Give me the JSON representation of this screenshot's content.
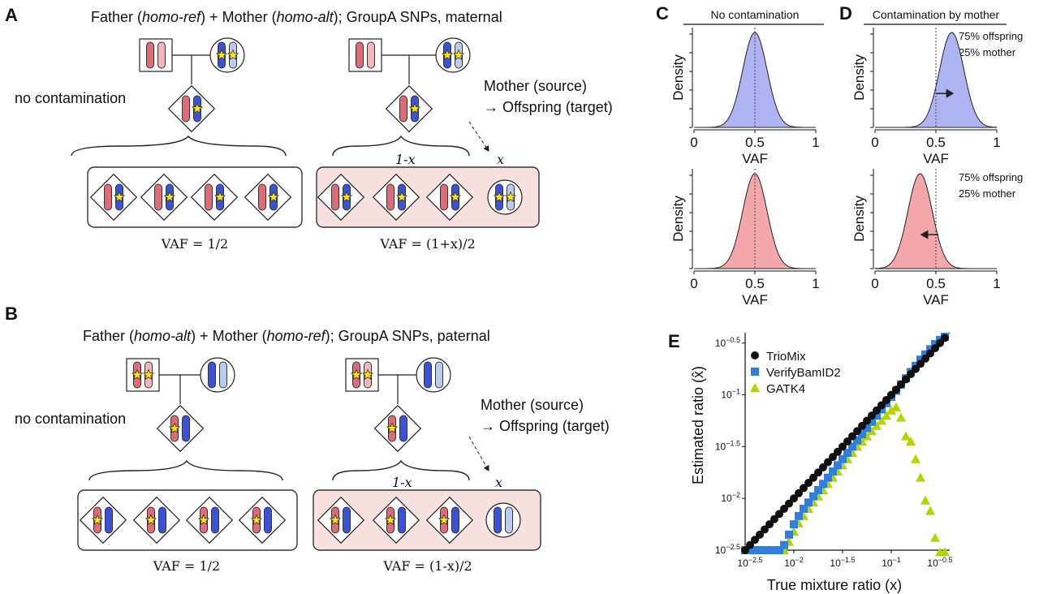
{
  "colors": {
    "red": "#e06b78",
    "red_light": "#f3b4bb",
    "blue": "#3a52d6",
    "blue_light": "#b9ccf0",
    "panel_pink": "#f6e1df",
    "density_blue": "#aeb3f2",
    "density_red": "#f3a7a9",
    "trio": "#111111",
    "verify": "#2f7fdc",
    "gatk": "#b2d400"
  },
  "panelA": {
    "letter": "A",
    "title_parts": [
      "Father (",
      "homo-ref",
      ") + Mother (",
      "homo-alt",
      "); GroupA SNPs, maternal"
    ],
    "no_contamination": "no contamination",
    "source_line1": "Mother (source)",
    "source_line2": "→ Offspring (target)",
    "frac_1x": "1-x",
    "frac_x": "x",
    "vaf_left": "VAF = 1/2",
    "vaf_right": "VAF = (1+x)/2"
  },
  "panelB": {
    "letter": "B",
    "title_parts": [
      "Father (",
      "homo-alt",
      ") + Mother (",
      "homo-ref",
      "); GroupA SNPs, paternal"
    ],
    "no_contamination": "no contamination",
    "source_line1": "Mother (source)",
    "source_line2": "→ Offspring (target)",
    "frac_1x": "1-x",
    "frac_x": "x",
    "vaf_left": "VAF = 1/2",
    "vaf_right": "VAF = (1-x)/2"
  },
  "panelC": {
    "letter": "C",
    "header": "No contamination"
  },
  "panelD": {
    "letter": "D",
    "header": "Contamination by mother",
    "note_line1": "75% offspring",
    "note_line2": "25% mother"
  },
  "density_axes": {
    "ylabel": "Density",
    "xlabel": "VAF",
    "xticks": [
      "0",
      "0.5",
      "1"
    ]
  },
  "chart_data": {
    "type": "scatter",
    "xlabel": "True mixture ratio (x)",
    "ylabel": "Estimated ratio (x̂)",
    "scale": "log10",
    "xlim": [
      -2.5,
      -0.4
    ],
    "ylim": [
      -2.5,
      -0.4
    ],
    "xticks": [
      "10^-2.5",
      "10^-2",
      "10^-1.5",
      "10^-1",
      "10^-0.5"
    ],
    "yticks": [
      "10^-2.5",
      "10^-2",
      "10^-1.5",
      "10^-1",
      "10^-0.5"
    ],
    "legend_position": "top-left",
    "series": [
      {
        "name": "TrioMix",
        "marker": "circle",
        "x": [
          -2.5,
          -2.45,
          -2.4,
          -2.35,
          -2.3,
          -2.25,
          -2.2,
          -2.15,
          -2.1,
          -2.05,
          -2.0,
          -1.95,
          -1.9,
          -1.85,
          -1.8,
          -1.75,
          -1.7,
          -1.65,
          -1.6,
          -1.55,
          -1.5,
          -1.45,
          -1.4,
          -1.35,
          -1.3,
          -1.25,
          -1.2,
          -1.15,
          -1.1,
          -1.05,
          -1.0,
          -0.95,
          -0.9,
          -0.85,
          -0.8,
          -0.75,
          -0.7,
          -0.65,
          -0.6,
          -0.55,
          -0.5,
          -0.45
        ],
        "y": [
          -2.5,
          -2.45,
          -2.4,
          -2.35,
          -2.3,
          -2.25,
          -2.2,
          -2.15,
          -2.1,
          -2.05,
          -2.0,
          -1.95,
          -1.9,
          -1.85,
          -1.8,
          -1.75,
          -1.7,
          -1.65,
          -1.6,
          -1.55,
          -1.5,
          -1.45,
          -1.4,
          -1.35,
          -1.3,
          -1.25,
          -1.2,
          -1.15,
          -1.1,
          -1.05,
          -1.0,
          -0.95,
          -0.9,
          -0.85,
          -0.8,
          -0.75,
          -0.7,
          -0.65,
          -0.6,
          -0.55,
          -0.5,
          -0.45
        ]
      },
      {
        "name": "VerifyBamID2",
        "marker": "square",
        "x": [
          -2.5,
          -2.45,
          -2.4,
          -2.35,
          -2.3,
          -2.25,
          -2.2,
          -2.15,
          -2.1,
          -2.05,
          -2.0,
          -1.95,
          -1.9,
          -1.85,
          -1.8,
          -1.75,
          -1.7,
          -1.65,
          -1.6,
          -1.55,
          -1.5,
          -1.45,
          -1.4,
          -1.35,
          -1.3,
          -1.25,
          -1.2,
          -1.15,
          -1.1,
          -1.05,
          -1.0,
          -0.95,
          -0.9,
          -0.85,
          -0.8,
          -0.75,
          -0.7,
          -0.65,
          -0.6,
          -0.55,
          -0.5,
          -0.45
        ],
        "y": [
          -2.5,
          -2.5,
          -2.5,
          -2.5,
          -2.5,
          -2.5,
          -2.5,
          -2.5,
          -2.45,
          -2.35,
          -2.25,
          -2.17,
          -2.1,
          -2.04,
          -1.98,
          -1.92,
          -1.86,
          -1.8,
          -1.74,
          -1.68,
          -1.62,
          -1.56,
          -1.5,
          -1.44,
          -1.38,
          -1.32,
          -1.26,
          -1.2,
          -1.14,
          -1.08,
          -1.02,
          -0.96,
          -0.9,
          -0.84,
          -0.78,
          -0.72,
          -0.66,
          -0.61,
          -0.56,
          -0.51,
          -0.47,
          -0.44
        ]
      },
      {
        "name": "GATK4",
        "marker": "triangle",
        "x": [
          -2.5,
          -2.45,
          -2.4,
          -2.35,
          -2.3,
          -2.25,
          -2.2,
          -2.15,
          -2.1,
          -2.05,
          -2.0,
          -1.95,
          -1.9,
          -1.85,
          -1.8,
          -1.75,
          -1.7,
          -1.65,
          -1.6,
          -1.55,
          -1.5,
          -1.45,
          -1.4,
          -1.35,
          -1.3,
          -1.25,
          -1.2,
          -1.15,
          -1.1,
          -1.05,
          -1.0,
          -0.95,
          -0.9,
          -0.85,
          -0.8,
          -0.75,
          -0.7,
          -0.65,
          -0.6,
          -0.55,
          -0.5,
          -0.45
        ],
        "y": [
          -2.5,
          -2.5,
          -2.5,
          -2.5,
          -2.5,
          -2.5,
          -2.5,
          -2.5,
          -2.5,
          -2.42,
          -2.32,
          -2.24,
          -2.17,
          -2.1,
          -2.04,
          -1.98,
          -1.92,
          -1.86,
          -1.8,
          -1.74,
          -1.68,
          -1.62,
          -1.56,
          -1.5,
          -1.45,
          -1.4,
          -1.35,
          -1.3,
          -1.25,
          -1.2,
          -1.15,
          -1.12,
          -1.22,
          -1.4,
          -1.45,
          -1.62,
          -1.8,
          -2.02,
          -2.12,
          -2.38,
          -2.52,
          -2.55
        ]
      }
    ]
  }
}
